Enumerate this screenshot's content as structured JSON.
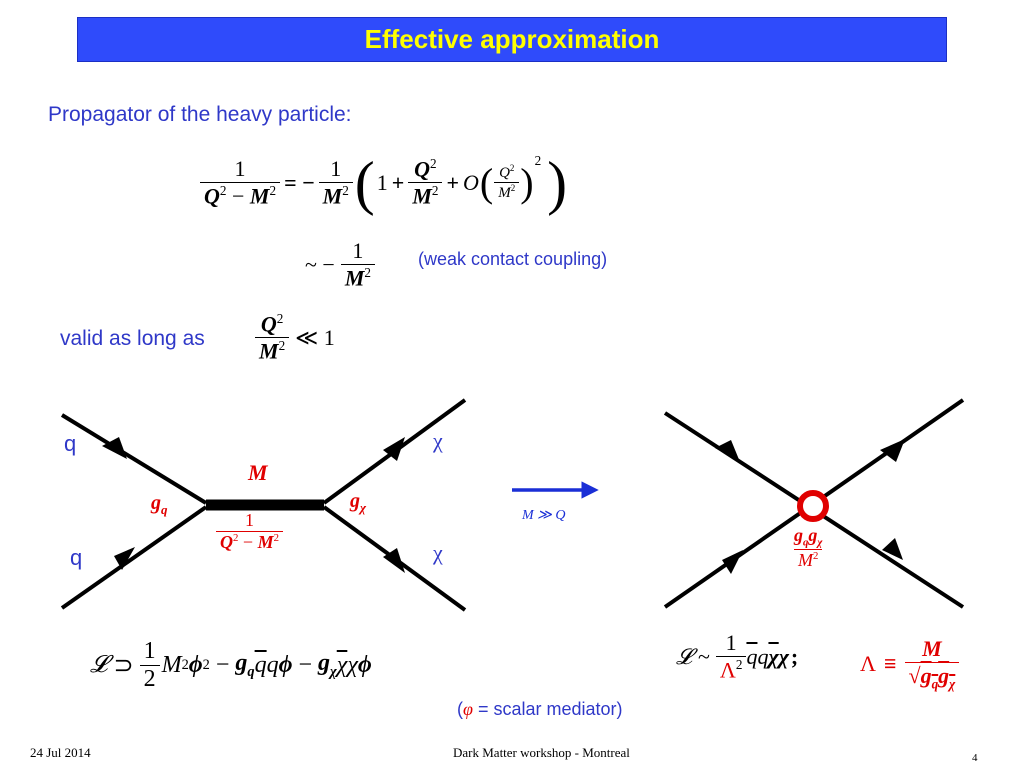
{
  "title": "Effective approximation",
  "propagator_heading": "Propagator of the heavy particle:",
  "weak_note": "(weak contact coupling)",
  "valid_text": "valid as long as",
  "diagram": {
    "quark_label_top": "q",
    "quark_label_bottom": "q",
    "chi_label_top": "χ",
    "chi_label_bottom": "χ",
    "mass_label": "M",
    "limit_label": "M ≫ Q"
  },
  "scalar_note_prefix": "(",
  "scalar_note_phi": "φ",
  "scalar_note_suffix": " = scalar mediator)",
  "footer": {
    "date": "24 Jul 2014",
    "event": "Dark Matter workshop - Montreal",
    "page": "4"
  },
  "colors": {
    "title_bg": "#2f4bfb",
    "title_text": "#ffff00",
    "body_text": "#2f38c8",
    "accent_red": "#e00000",
    "arrow_blue": "#1a2fd6"
  }
}
